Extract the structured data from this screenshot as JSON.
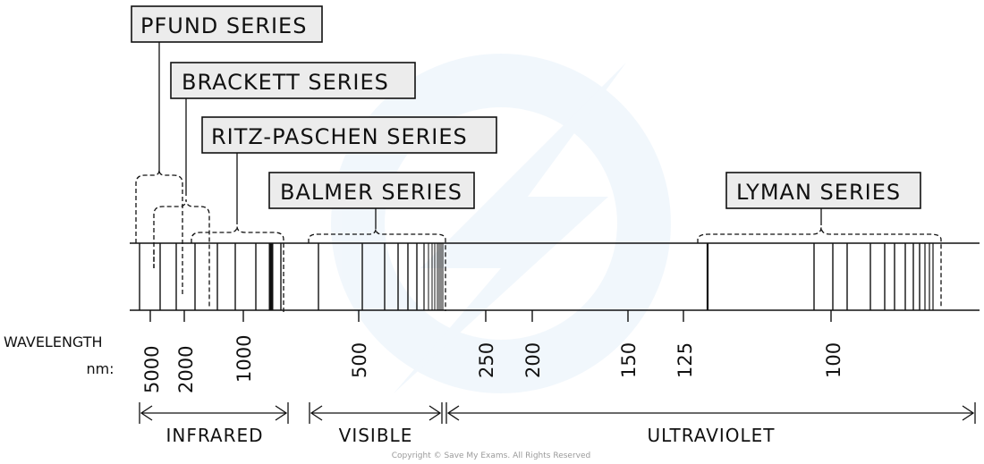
{
  "series_labels": {
    "pfund": "PFUND SERIES",
    "brackett": "BRACKETT SERIES",
    "ritz_paschen": "RITZ-PASCHEN SERIES",
    "balmer": "BALMER SERIES",
    "lyman": "LYMAN SERIES"
  },
  "axis": {
    "label_line1": "WAVELENGTH",
    "label_line2": "nm:",
    "ticks": [
      "5000",
      "2000",
      "1000",
      "500",
      "250",
      "200",
      "150",
      "125",
      "100"
    ]
  },
  "bands": {
    "infrared": "INFRARED",
    "visible": "VISIBLE",
    "ultraviolet": "ULTRAVIOLET"
  },
  "copyright": "Copyright © Save My Exams. All Rights Reserved"
}
